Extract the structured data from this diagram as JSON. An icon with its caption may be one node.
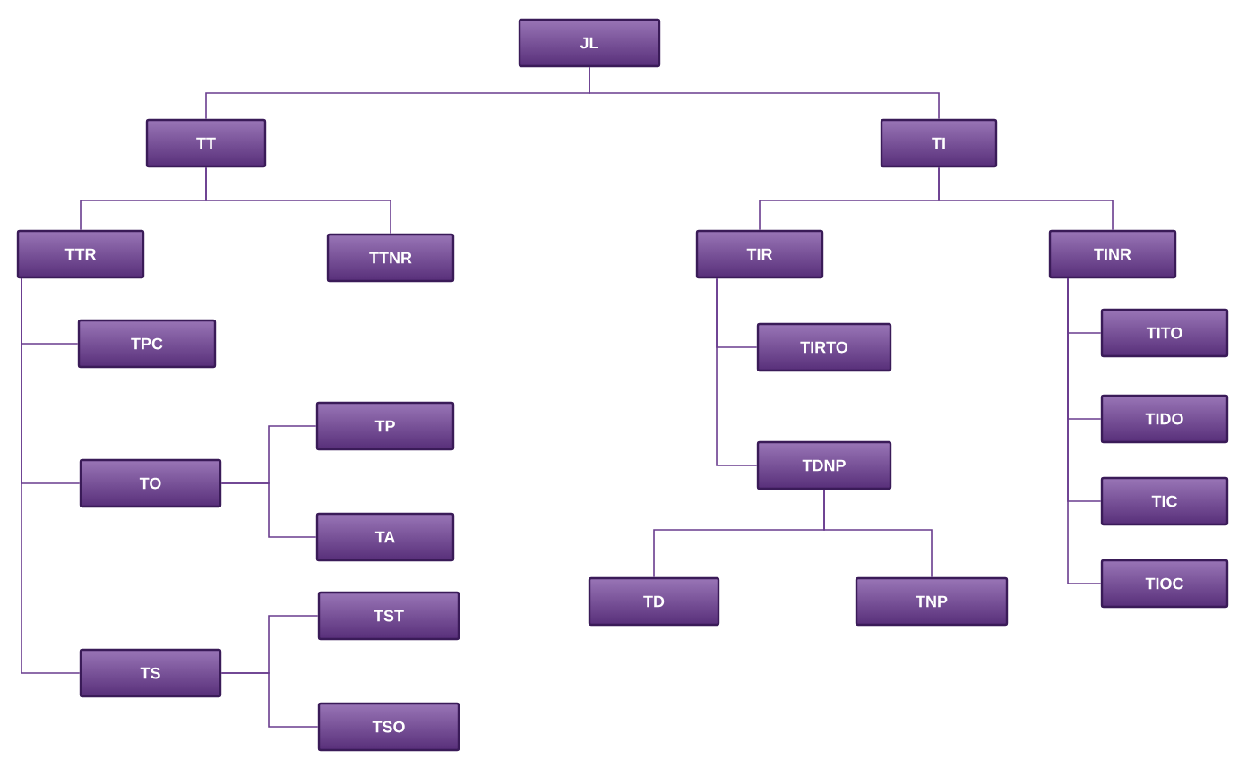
{
  "diagram": {
    "nodes": [
      {
        "text": [
          "JL"
        ]
      },
      {
        "text": [
          "TT"
        ]
      },
      {
        "text": [
          "TI"
        ]
      },
      {
        "text": [
          "TTR"
        ]
      },
      {
        "text": [
          "TTNR"
        ]
      },
      {
        "text": [
          "TIR"
        ]
      },
      {
        "text": [
          "TINR"
        ]
      },
      {
        "text": [
          "TPC"
        ]
      },
      {
        "text": [
          "TO"
        ]
      },
      {
        "text": [
          "TP"
        ]
      },
      {
        "text": [
          "TA"
        ]
      },
      {
        "text": [
          "TS"
        ]
      },
      {
        "text": [
          "TST"
        ]
      },
      {
        "text": [
          "TSO"
        ]
      },
      {
        "text": [
          "TIRTO"
        ]
      },
      {
        "text": [
          "TDNP"
        ]
      },
      {
        "text": [
          "TD"
        ]
      },
      {
        "text": [
          "TNP"
        ]
      },
      {
        "text": [
          "TITO"
        ]
      },
      {
        "text": [
          "TIDO"
        ]
      },
      {
        "text": [
          "TIC"
        ]
      },
      {
        "text": [
          "TIOC"
        ]
      }
    ],
    "edges": [
      {
        "from": 0,
        "to": 1,
        "arrow": "none"
      },
      {
        "from": 0,
        "to": 2,
        "arrow": "none"
      },
      {
        "from": 1,
        "to": 3,
        "arrow": "none"
      },
      {
        "from": 1,
        "to": 4,
        "arrow": "none"
      },
      {
        "from": 2,
        "to": 5,
        "arrow": "none"
      },
      {
        "from": 2,
        "to": 6,
        "arrow": "none"
      },
      {
        "from": 3,
        "to": 7,
        "arrow": "none"
      },
      {
        "from": 3,
        "to": 8,
        "arrow": "none"
      },
      {
        "from": 3,
        "to": 11,
        "arrow": "none"
      },
      {
        "from": 8,
        "to": 9,
        "arrow": "none"
      },
      {
        "from": 8,
        "to": 10,
        "arrow": "none"
      },
      {
        "from": 11,
        "to": 12,
        "arrow": "none"
      },
      {
        "from": 11,
        "to": 13,
        "arrow": "none"
      },
      {
        "from": 5,
        "to": 14,
        "arrow": "none"
      },
      {
        "from": 5,
        "to": 15,
        "arrow": "none"
      },
      {
        "from": 15,
        "to": 16,
        "arrow": "none"
      },
      {
        "from": 15,
        "to": 17,
        "arrow": "none"
      },
      {
        "from": 6,
        "to": 18,
        "arrow": "none"
      },
      {
        "from": 6,
        "to": 19,
        "arrow": "none"
      },
      {
        "from": 6,
        "to": 20,
        "arrow": "none"
      },
      {
        "from": 6,
        "to": 21,
        "arrow": "none"
      }
    ]
  }
}
